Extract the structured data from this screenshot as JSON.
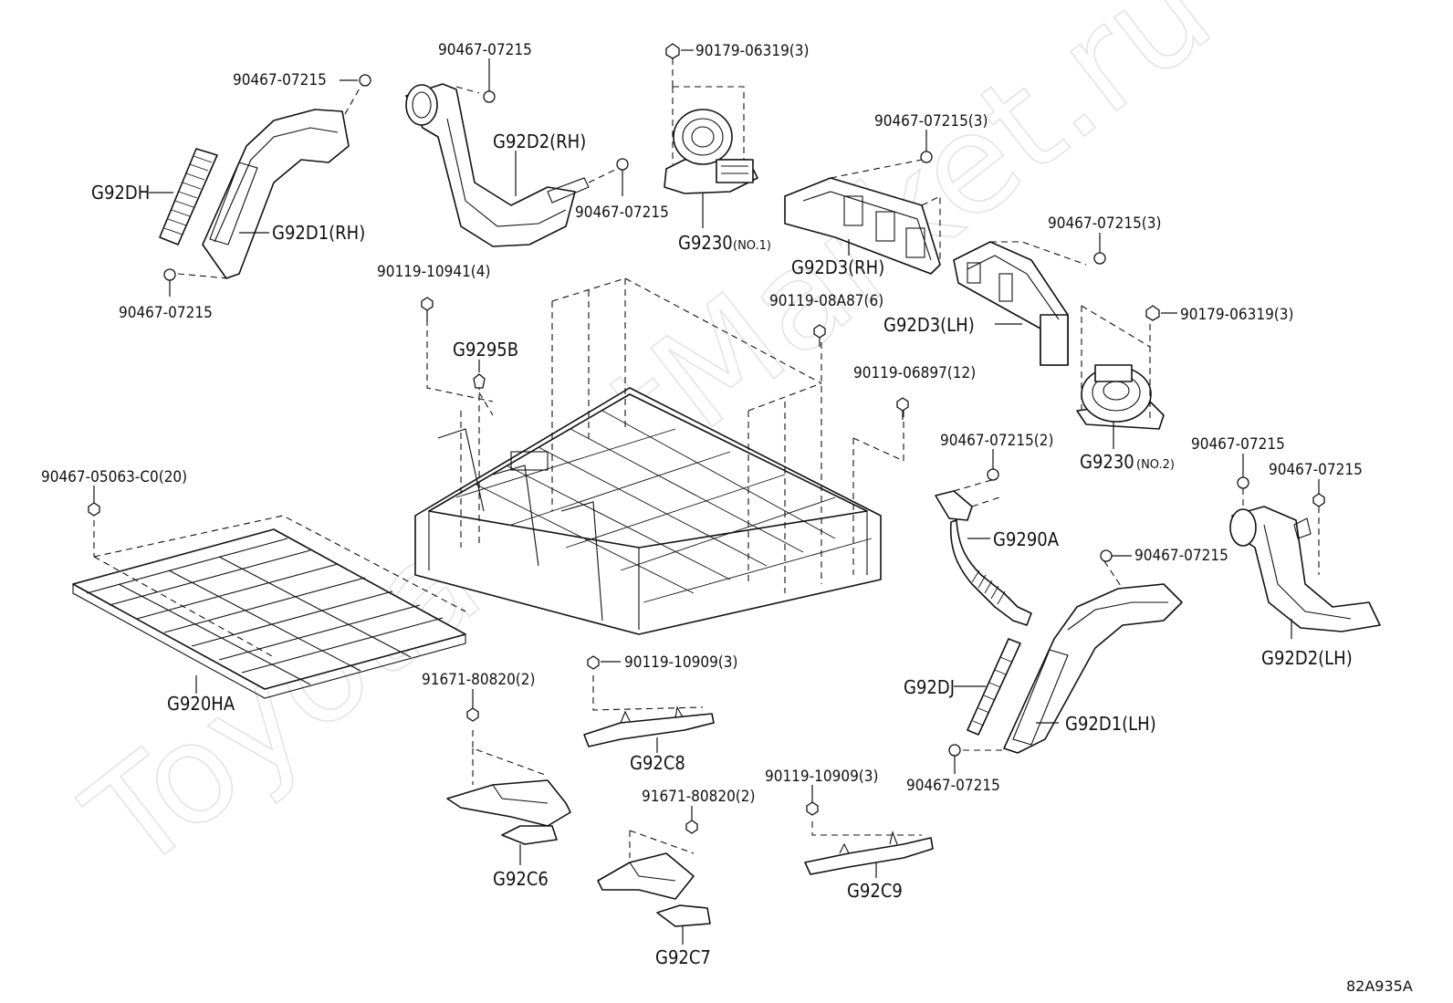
{
  "diagram": {
    "watermark": "ToyotaPartMarket.ru",
    "figure_code": "82A935A",
    "labels": {
      "g92dh": "G92DH",
      "g92d1_rh": "G92D1(RH)",
      "g92d2_rh": "G92D2(RH)",
      "g9230_no1": "G9230",
      "g9230_no1_sub": "(NO.1)",
      "g92d3_rh": "G92D3(RH)",
      "g92d3_lh": "G92D3(LH)",
      "g9230_no2": "G9230",
      "g9230_no2_sub": "(NO.2)",
      "g9295b": "G9295B",
      "g920ha": "G920HA",
      "g9290a": "G9290A",
      "g92dj": "G92DJ",
      "g92d1_lh": "G92D1(LH)",
      "g92d2_lh": "G92D2(LH)",
      "g92c8": "G92C8",
      "g92c6": "G92C6",
      "g92c7": "G92C7",
      "g92c9": "G92C9"
    },
    "fasteners": {
      "f_a": "90467-07215",
      "f_b": "90467-07215",
      "f_c": "90467-07215",
      "f_d": "90467-07215",
      "f_e": "90179-06319(3)",
      "f_f": "90467-07215(3)",
      "f_g": "90467-07215(3)",
      "f_h": "90179-06319(3)",
      "f_i": "90119-10941(4)",
      "f_j": "90119-08A87(6)",
      "f_k": "90119-06897(12)",
      "f_l": "90467-07215(2)",
      "f_m": "90467-07215",
      "f_n": "90467-07215",
      "f_o": "90467-07215",
      "f_p": "90467-05063-C0(20)",
      "f_q": "90119-10909(3)",
      "f_r": "91671-80820(2)",
      "f_s": "91671-80820(2)",
      "f_t": "90119-10909(3)",
      "f_u": "90467-07215"
    }
  }
}
